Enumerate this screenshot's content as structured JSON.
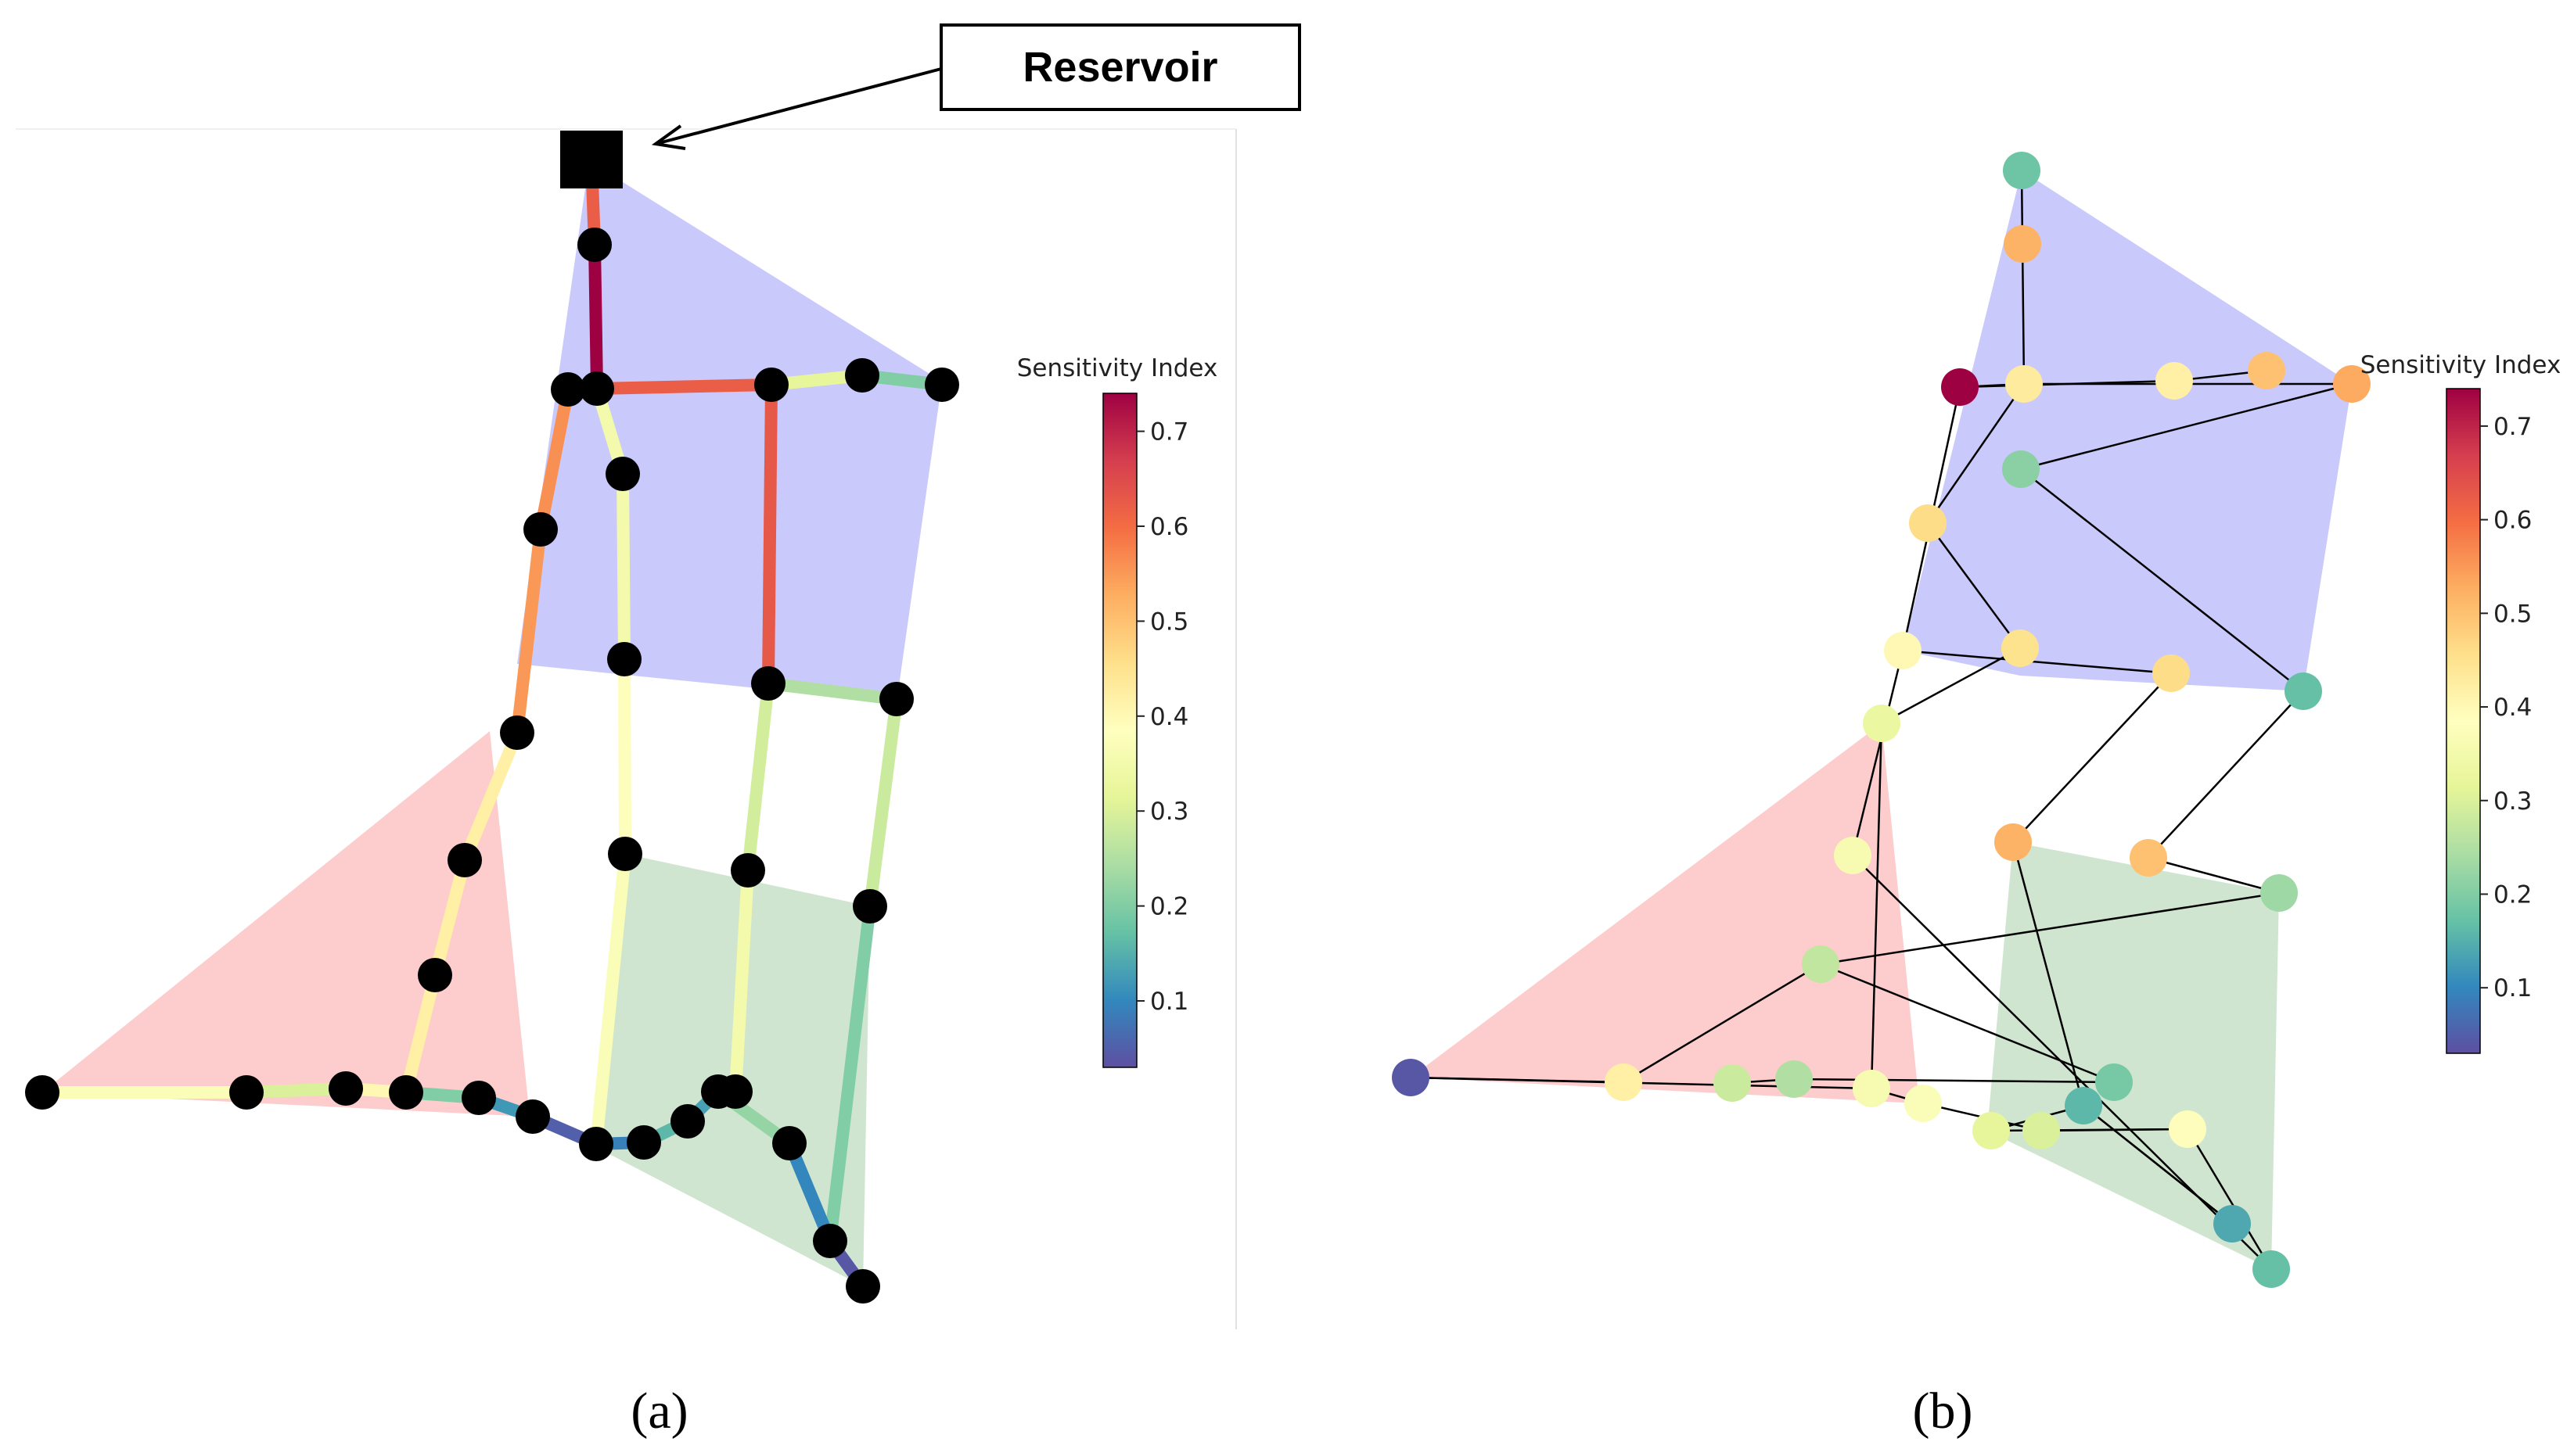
{
  "callout": {
    "label": "Reservoir"
  },
  "colorbar": {
    "title": "Sensitivity Index",
    "ticks": [
      "0.1",
      "0.2",
      "0.3",
      "0.4",
      "0.5",
      "0.6",
      "0.7"
    ],
    "range": [
      0.03,
      0.74
    ],
    "palette": [
      "#5e4fa2",
      "#3288bd",
      "#66c2a5",
      "#abdda4",
      "#e6f598",
      "#ffffbf",
      "#fee08b",
      "#fdae61",
      "#f46d43",
      "#d53e4f",
      "#9e0142"
    ]
  },
  "zone_colors": {
    "blue": "#c9c9fb",
    "red": "#fdcccc",
    "green": "#cfe5cf"
  },
  "panels": [
    {
      "label": "(a)",
      "shows": "pipe sensitivity",
      "node_color": "#000000"
    },
    {
      "label": "(b)",
      "shows": "node sensitivity",
      "edge_color": "#000000"
    }
  ],
  "network": {
    "node_values": [
      0.18,
      0.52,
      0.43,
      0.74,
      0.42,
      0.5,
      0.53,
      0.21,
      0.46,
      0.45,
      0.4,
      0.46,
      0.17,
      0.33,
      0.36,
      0.52,
      0.5,
      0.23,
      0.27,
      0.19,
      0.25,
      0.28,
      0.42,
      0.04,
      0.36,
      0.37,
      0.3,
      0.39,
      0.32,
      0.16,
      0.14,
      0.17
    ],
    "pipe_values": [
      0.62,
      0.74,
      0.5,
      0.62,
      0.32,
      0.2,
      0.35,
      0.35,
      0.56,
      0.55,
      0.63,
      0.25,
      0.42,
      0.42,
      0.42,
      0.4,
      0.3,
      0.37,
      0.2,
      0.12,
      0.38,
      0.37,
      0.29,
      0.35,
      0.42,
      0.28,
      0.2,
      0.05,
      0.09,
      0.16,
      0.13,
      0.22,
      0.1,
      0.08,
      0.04
    ]
  }
}
